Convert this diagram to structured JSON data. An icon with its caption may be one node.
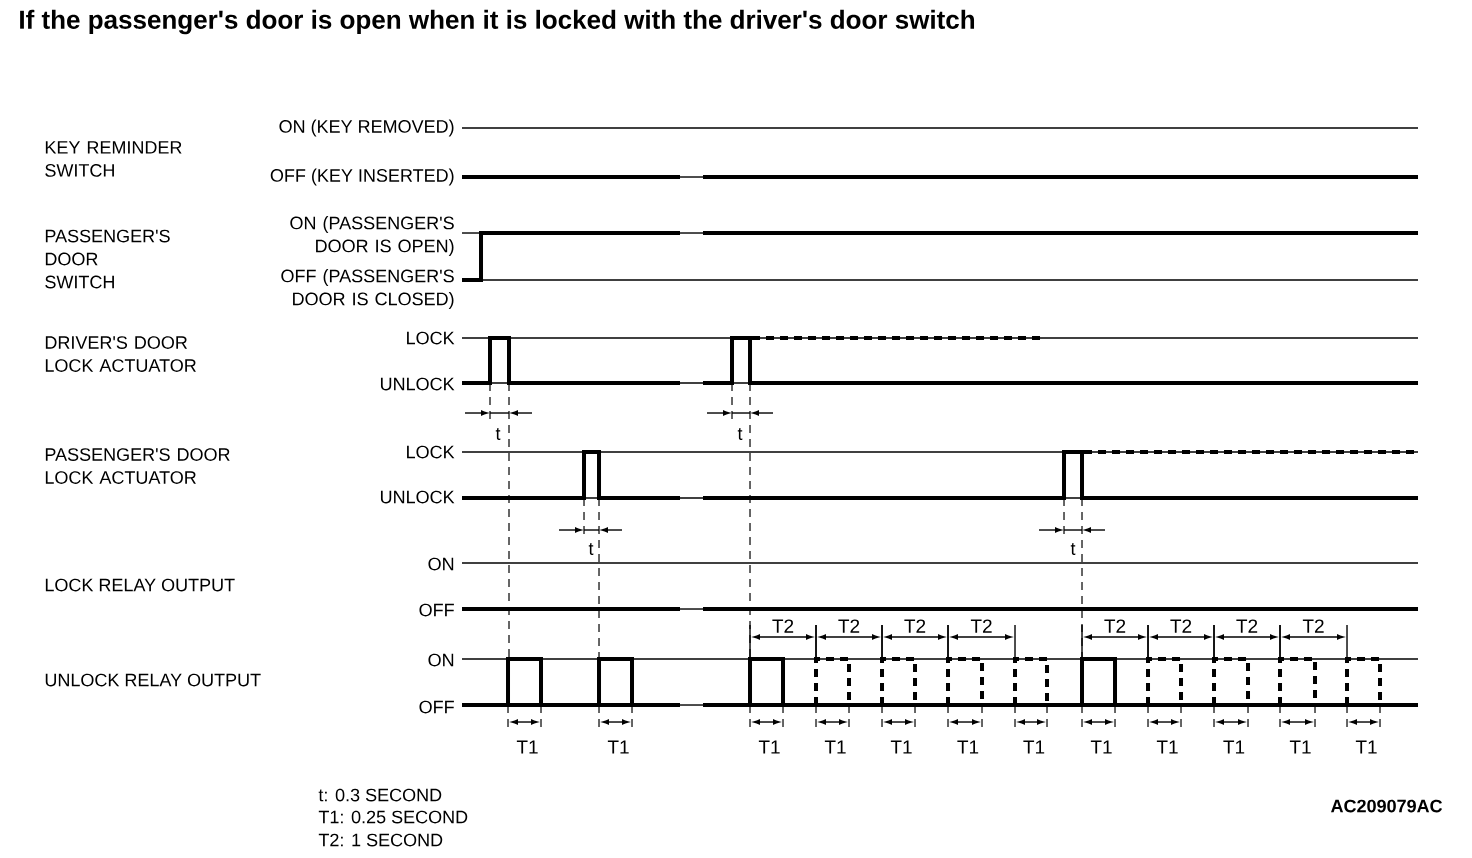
{
  "diagram": {
    "title": "If the passenger's door is open when it is locked with the driver's door switch",
    "labels": [
      "ON (KEY REMOVED)",
      "KEY REMINDER SWITCH",
      "OFF (KEY INSERTED)",
      "ON (PASSENGER'S DOOR IS OPEN)",
      "PASSENGER'S DOOR SWITCH",
      "OFF (PASSENGER'S DOOR IS CLOSED)",
      "DRIVER'S DOOR LOCK ACTUATOR",
      "LOCK",
      "UNLOCK",
      "t",
      "t",
      "PASSENGER'S DOOR LOCK ACTUATOR",
      "LOCK",
      "UNLOCK",
      "t",
      "t",
      "ON",
      "LOCK RELAY OUTPUT",
      "OFF",
      "T2",
      "T2",
      "T2",
      "T2",
      "T2",
      "T2",
      "T2",
      "T2",
      "ON",
      "UNLOCK RELAY OUTPUT",
      "OFF",
      "T1",
      "T1",
      "T1",
      "T1",
      "T1",
      "T1",
      "T1",
      "T1",
      "T1",
      "T1",
      "T1",
      "T1",
      "t: 0.3 SECOND",
      "T1: 0.25 SECOND",
      "T2: 1 SECOND",
      "AC209079AC"
    ]
  }
}
